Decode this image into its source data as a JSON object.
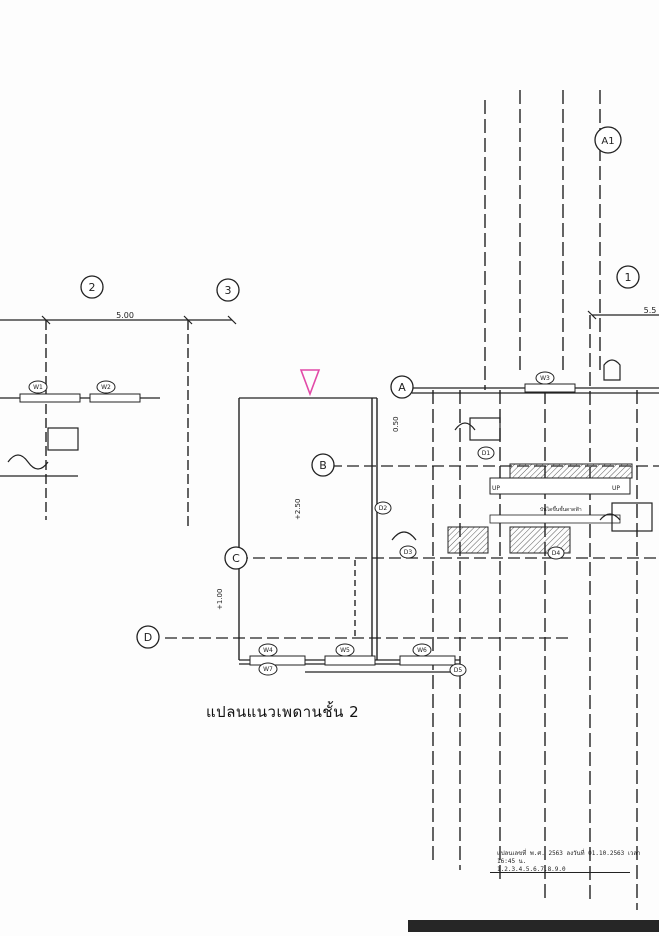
{
  "drawing": {
    "title": "แปลนแนวเพดานชั้น 2",
    "grid_labels": {
      "col_top_left": "2",
      "col_top_mid": "3",
      "col_top_right": "1",
      "sheet_mark": "A1",
      "row_a": "A",
      "row_b": "B",
      "row_c": "C",
      "row_d": "D"
    },
    "dimensions": {
      "bay_span": "5.00",
      "bay_span_right": "5.5"
    },
    "room_tags": {
      "tag_w1": "W1",
      "tag_w2": "W2",
      "tag_w3": "W3",
      "tag_w4": "W4",
      "tag_w5": "W5",
      "tag_w6": "W6",
      "tag_w7": "W7",
      "tag_d1": "D1",
      "tag_d2": "D2",
      "tag_d3": "D3",
      "tag_d4": "D4",
      "tag_d5": "D5"
    },
    "level_labels": {
      "mid_level": "+2.50",
      "low_level": "+1.00",
      "side_level": "0.50"
    },
    "stair_labels": {
      "up": "UP",
      "stair_note": "บันไดขึ้นชั้นดาดฟ้า"
    },
    "stamp": {
      "line1": "แปลนเลขที่ พ.ศ. 2563 ลงวันที่ 01.10.2563 เวลา 16:45 น.",
      "line2": "1.2.3.4.5.6.7.8.9.0"
    }
  }
}
